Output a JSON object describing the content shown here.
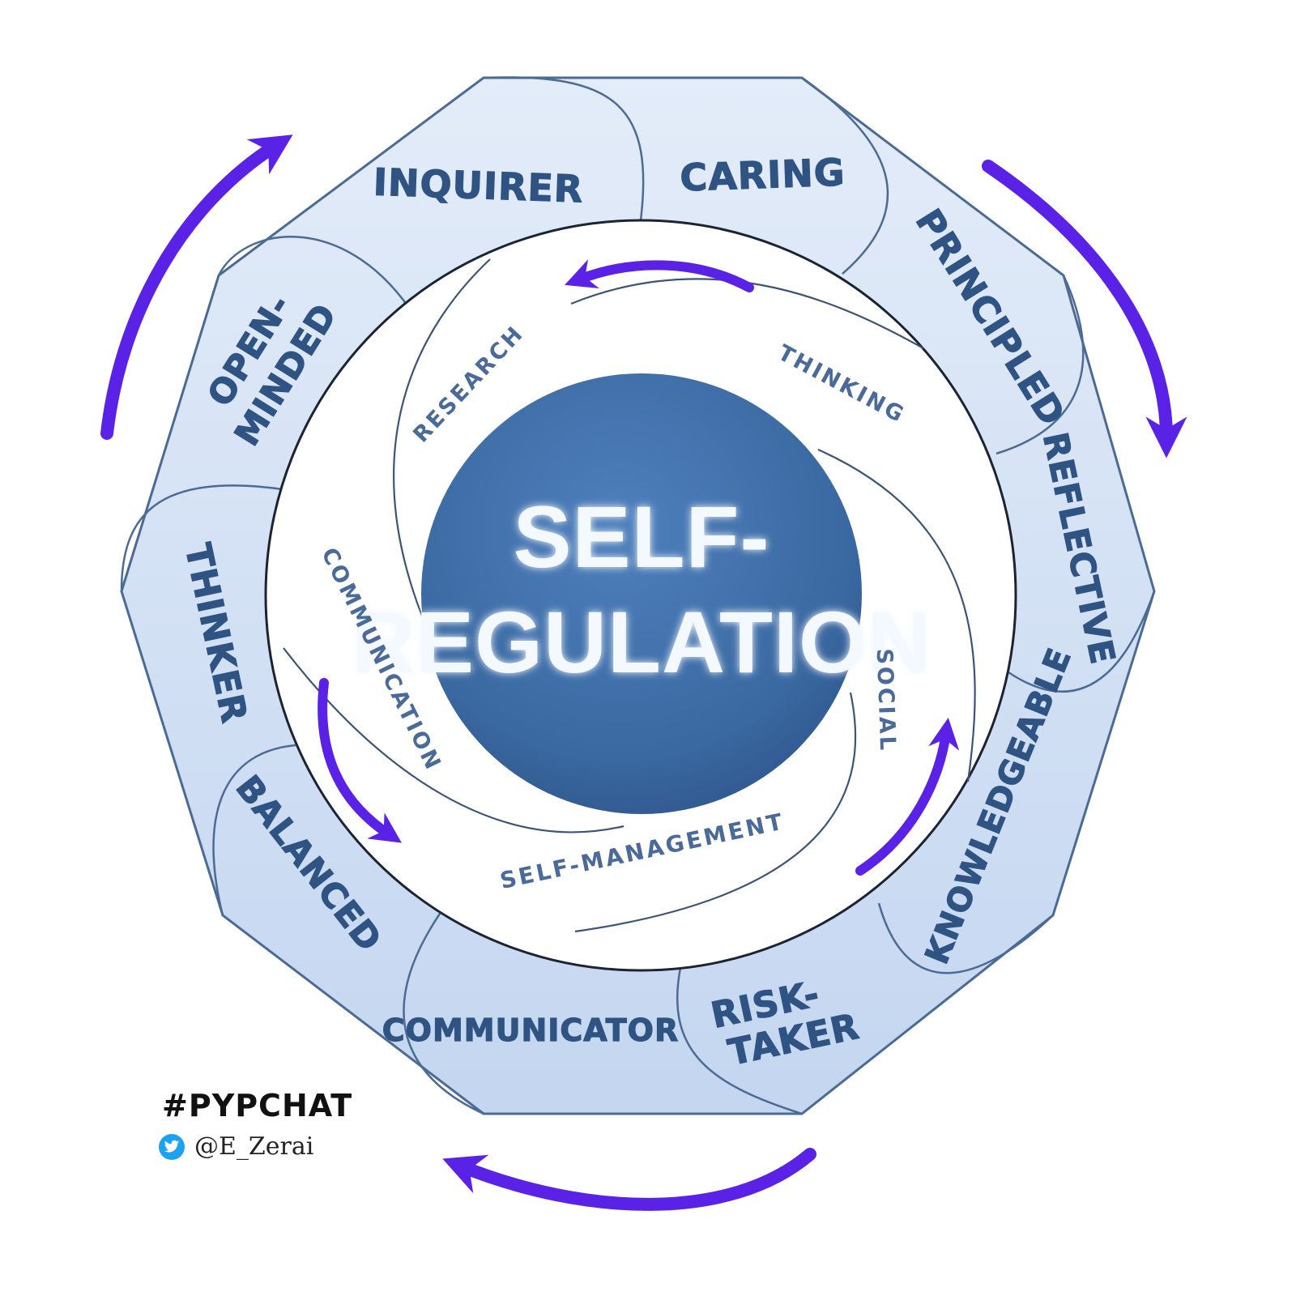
{
  "center": {
    "line1": "SELF-",
    "line2": "REGULATION"
  },
  "learner_profile": [
    "INQUIRER",
    "CARING",
    "PRINCIPLED",
    "REFLECTIVE",
    "KNOWLEDGEABLE",
    "RISK-",
    "TAKER",
    "COMMUNICATOR",
    "BALANCED",
    "THINKER",
    "OPEN-",
    "MINDED"
  ],
  "atl_skills": [
    "RESEARCH",
    "THINKING",
    "SOCIAL",
    "SELF-MANAGEMENT",
    "COMMUNICATION"
  ],
  "footer": {
    "hashtag": "#PYPCHAT",
    "handle": "@E_Zerai"
  },
  "colors": {
    "arrow": "#5a22e6",
    "octagon_fill": "#d6e3f6",
    "octagon_stroke": "#4b6b94",
    "sphere": "#3f6fa8",
    "profile_text": "#2f5382"
  },
  "icons": [
    "arrow-clockwise-icon",
    "arrow-counterclockwise-icon",
    "twitter-bird-icon"
  ]
}
